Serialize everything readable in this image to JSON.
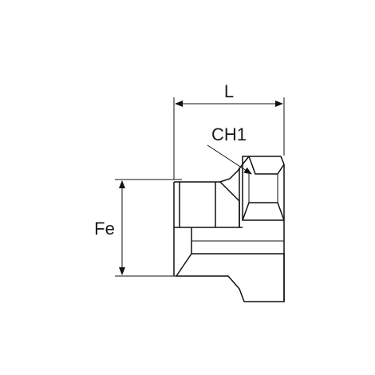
{
  "diagram": {
    "labels": {
      "length": "L",
      "wrench_size": "CH1",
      "thread_diameter": "Fe"
    },
    "colors": {
      "line": "#111111",
      "background": "#ffffff"
    }
  }
}
